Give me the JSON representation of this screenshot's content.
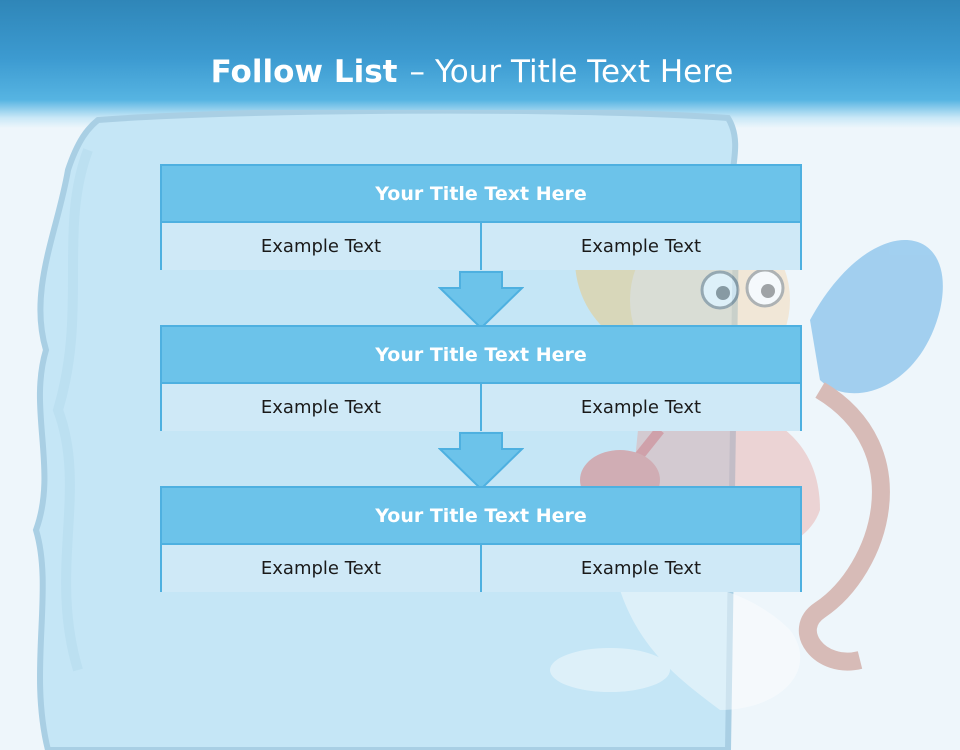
{
  "slide": {
    "title_bold": "Follow List",
    "title_dash": "–",
    "title_rest": "Your Title Text Here"
  },
  "blocks": [
    {
      "title": "Your Title Text Here",
      "left": "Example Text",
      "right": "Example Text"
    },
    {
      "title": "Your Title Text Here",
      "left": "Example Text",
      "right": "Example Text"
    },
    {
      "title": "Your Title Text Here",
      "left": "Example Text",
      "right": "Example Text"
    }
  ],
  "colors": {
    "header": "#3c9ad0",
    "block_title": "#6cc3ea",
    "block_cell": "#cfe9f7",
    "border": "#4eb0e0"
  }
}
